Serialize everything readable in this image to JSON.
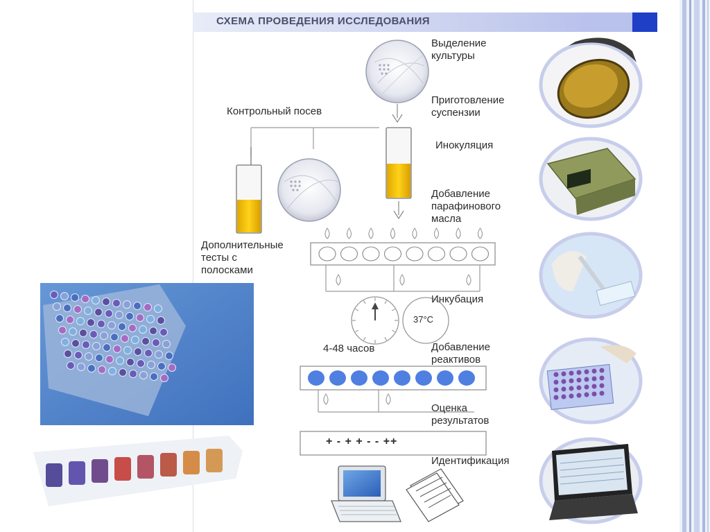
{
  "title": "СХЕМА ПРОВЕДЕНИЯ ИССЛЕДОВАНИЯ",
  "steps": {
    "isolation": "Выделение\nкультуры",
    "suspension": "Приготовление\nсуспензии",
    "inoculation": "Инокуляция",
    "paraffin": "Добавление\nпарафинового\nмасла",
    "incubation": "Инкубация",
    "reagents": "Добавление\nреактивов",
    "evaluation": "Оценка\nрезультатов",
    "identification": "Идентификация"
  },
  "control_seeding": "Контрольный посев",
  "additional_tests": "Дополнительные\nтесты с\nполосками",
  "hours": "4-48 часов",
  "temperature": "37°C",
  "results": "+ - + + - - ++",
  "colors": {
    "accent": "#1f3fc7",
    "well_blue": "#4f7fe0",
    "yellow_liquid": "#f2c20a",
    "stripe": "#9fb0d6"
  },
  "icons": [
    "petri-dish-icon",
    "test-tube-icon",
    "clock-icon",
    "laptop-icon",
    "document-icon",
    "arrow-down-icon"
  ]
}
